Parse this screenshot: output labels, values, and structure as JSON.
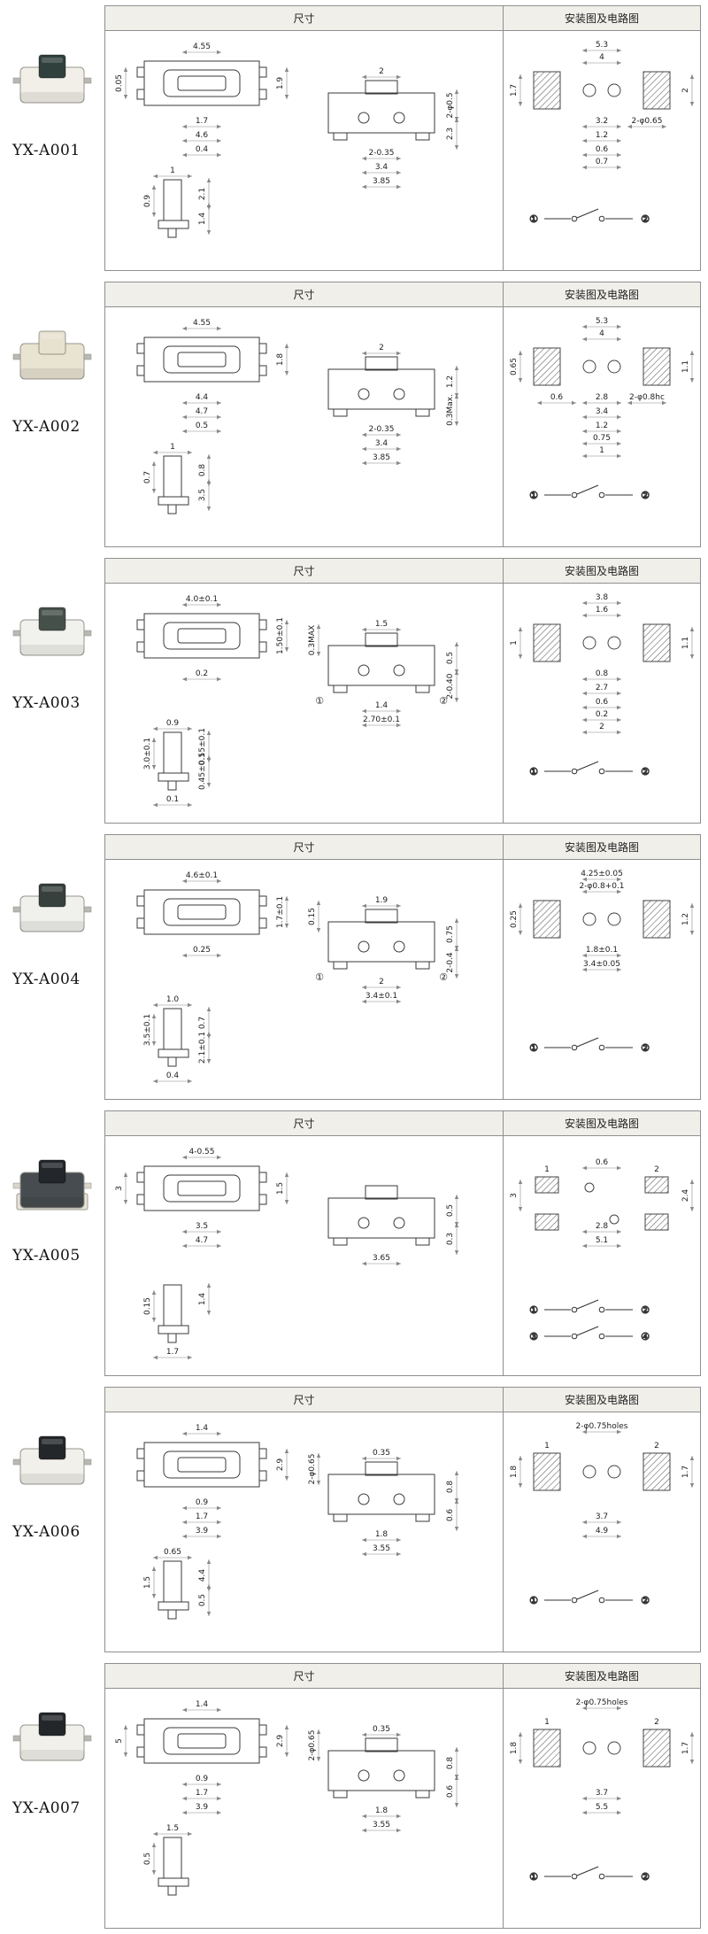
{
  "panel_headers": {
    "dimensions": "尺寸",
    "installation": "安装图及电路图"
  },
  "products": [
    {
      "name": "YX-A001",
      "photo": {
        "body": "#f1efe8",
        "button": "#30403c",
        "legs": "#b9b9b4",
        "base": null
      },
      "dim_groups": [
        [
          "4.55",
          "1.9",
          "1.7",
          "4.6",
          "0.4",
          "0.05"
        ],
        [
          "1",
          "0.9",
          "2.1",
          "1.4",
          null
        ],
        [
          "2",
          "2-φ0.5",
          "2.3",
          "2-0.35",
          "3.4",
          "3.85",
          null
        ]
      ],
      "front_terminals": null,
      "install": {
        "pads": 2,
        "pad_labels": null,
        "dims": [
          "5.3",
          "4",
          "2",
          "1.7",
          "3.2",
          "1.2",
          "0.6",
          "0.7",
          null,
          "2-φ0.65",
          null
        ],
        "terminals": [
          [
            "①",
            "②"
          ]
        ]
      }
    },
    {
      "name": "YX-A002",
      "photo": {
        "body": "#e9e3d2",
        "button": "#e7e1cf",
        "legs": "#b9b9b4",
        "base": null
      },
      "dim_groups": [
        [
          "4.55",
          "1.8",
          "4.4",
          "4.7",
          "0.5",
          null
        ],
        [
          "1",
          "0.7",
          "0.8",
          "3.5",
          null
        ],
        [
          "2",
          "1.2",
          "0.3Max.",
          "2-0.35",
          "3.4",
          "3.85",
          null
        ]
      ],
      "front_terminals": null,
      "install": {
        "pads": 2,
        "pad_labels": null,
        "dims": [
          "5.3",
          "4",
          "1.1",
          "0.65",
          "2.8",
          "3.4",
          "1.2",
          "0.75",
          "0.6",
          "2-φ0.8hc",
          "1"
        ],
        "terminals": [
          [
            "①",
            "②"
          ]
        ]
      }
    },
    {
      "name": "YX-A003",
      "photo": {
        "body": "#f1f1ee",
        "button": "#46504b",
        "legs": "#b9b9b4",
        "base": null
      },
      "dim_groups": [
        [
          "4.0±0.1",
          "1.50±0.1",
          "0.2",
          null,
          null,
          null
        ],
        [
          "0.9",
          "3.0±0.1",
          "0.55±0.1",
          "0.45±0.1",
          "0.1"
        ],
        [
          "1.5",
          "0.5",
          "2-0.40",
          "1.4",
          "2.70±0.1",
          null,
          "0.3MAX"
        ]
      ],
      "front_terminals": [
        "①",
        "②"
      ],
      "install": {
        "pads": 2,
        "pad_labels": null,
        "dims": [
          "3.8",
          "1.6",
          "1.1",
          "1",
          "0.8",
          "2.7",
          "0.6",
          "0.2",
          null,
          null,
          "2"
        ],
        "terminals": [
          [
            "①",
            "②"
          ]
        ]
      }
    },
    {
      "name": "YX-A004",
      "photo": {
        "body": "#f0f0ed",
        "button": "#37403c",
        "legs": "#b9b9b4",
        "base": null
      },
      "dim_groups": [
        [
          "4.6±0.1",
          "1.7±0.1",
          "0.25",
          null,
          null,
          null
        ],
        [
          "1.0",
          "3.5±0.1",
          "0.7",
          "2.1±0.1",
          "0.4"
        ],
        [
          "1.9",
          "0.75",
          "2-0.4",
          "2",
          "3.4±0.1",
          null,
          "0.15"
        ]
      ],
      "front_terminals": [
        "①",
        "②"
      ],
      "install": {
        "pads": 2,
        "pad_labels": null,
        "dims": [
          "4.25±0.05",
          "2-φ0.8+0.1",
          "1.2",
          "0.25",
          "1.8±0.1",
          "3.4±0.05"
        ],
        "terminals": [
          [
            "①",
            "②"
          ]
        ]
      }
    },
    {
      "name": "YX-A005",
      "photo": {
        "body": "#474c50",
        "button": "#23262a",
        "legs": "#d9d5cb",
        "base": "#e7e3d8"
      },
      "dim_groups": [
        [
          "4-0.55",
          "1.5",
          "3.5",
          "4.7",
          null,
          "3"
        ],
        [
          null,
          "0.15",
          "1.4",
          null,
          "1.7"
        ],
        [
          null,
          "0.5",
          "0.3",
          "3.65",
          null,
          null,
          null
        ]
      ],
      "front_terminals": null,
      "install": {
        "pads": 4,
        "pad_labels": [
          "1",
          "2"
        ],
        "dims": [
          null,
          "0.6",
          "2.4",
          "3",
          "2.8",
          "5.1"
        ],
        "terminals": [
          [
            "①",
            "②"
          ],
          [
            "③",
            "④"
          ]
        ]
      }
    },
    {
      "name": "YX-A006",
      "photo": {
        "body": "#f2f0ea",
        "button": "#24272a",
        "legs": "#b9b9b4",
        "base": null
      },
      "dim_groups": [
        [
          "1.4",
          "2.9",
          "0.9",
          "1.7",
          "3.9",
          null
        ],
        [
          "0.65",
          "1.5",
          "4.4",
          "0.5",
          null
        ],
        [
          "0.35",
          "0.8",
          "0.6",
          "1.8",
          "3.55",
          null,
          "2-φ0.65"
        ]
      ],
      "front_terminals": null,
      "install": {
        "pads": 2,
        "pad_labels": [
          "1",
          "2"
        ],
        "dims": [
          "2-φ0.75holes",
          null,
          "1.7",
          "1.8",
          null,
          "3.7",
          "4.9"
        ],
        "terminals": [
          [
            "①",
            "②"
          ]
        ]
      }
    },
    {
      "name": "YX-A007",
      "photo": {
        "body": "#f2f0ea",
        "button": "#24272a",
        "legs": "#b9b9b4",
        "base": null
      },
      "dim_groups": [
        [
          "1.4",
          "2.9",
          "0.9",
          "1.7",
          "3.9",
          "5"
        ],
        [
          "1.5",
          "0.5",
          null,
          null,
          null
        ],
        [
          "0.35",
          "0.8",
          "0.6",
          "1.8",
          "3.55",
          null,
          "2-φ0.65"
        ]
      ],
      "front_terminals": null,
      "install": {
        "pads": 2,
        "pad_labels": [
          "1",
          "2"
        ],
        "dims": [
          "2-φ0.75holes",
          null,
          "1.7",
          "1.8",
          null,
          "3.7",
          "5.5"
        ],
        "terminals": [
          [
            "①",
            "②"
          ]
        ]
      }
    }
  ]
}
